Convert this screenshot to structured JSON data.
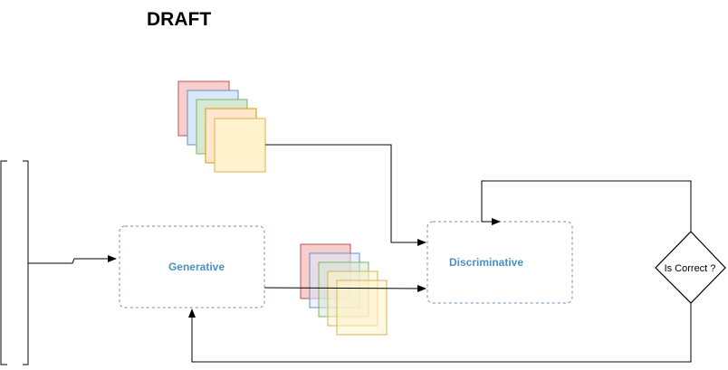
{
  "title": "DRAFT",
  "nodes": {
    "generative": {
      "label": "Generative"
    },
    "discriminative": {
      "label": "Discriminative"
    },
    "decision": {
      "label": "Is Correct ?"
    }
  },
  "colors": {
    "box_border": "#6c8ebf",
    "box_text": "#4a90c8",
    "real_stack": [
      "#f8cecc",
      "#dae8fc",
      "#d5e8d4",
      "#ffe6cc",
      "#fff2cc"
    ],
    "real_stack_borders": [
      "#b85450",
      "#6c8ebf",
      "#82b366",
      "#d79b00",
      "#d6b656"
    ],
    "fake_stack": [
      "#f8cecc",
      "#dae8fc",
      "#d5e8d4",
      "#fff2cc",
      "#fff2cc"
    ],
    "fake_stack_borders": [
      "#b85450",
      "#6c8ebf",
      "#82b366",
      "#d6b656",
      "#d6b656"
    ],
    "arrow": "#000000"
  }
}
